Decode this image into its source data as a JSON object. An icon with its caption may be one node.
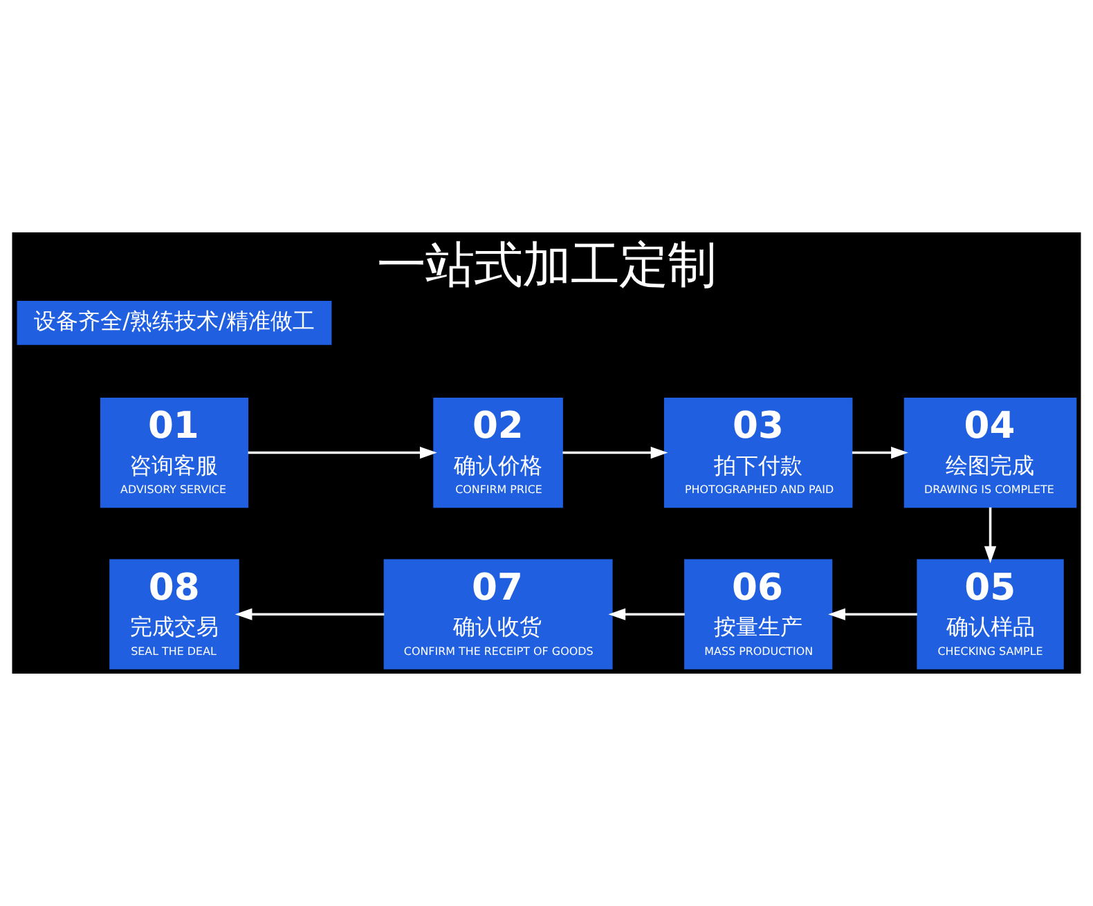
{
  "diagram": {
    "title": "一站式加工定制",
    "nodes": [
      {
        "text": [
          "01",
          "咨询客服",
          "ADVISORY SERVICE"
        ]
      },
      {
        "text": [
          "02",
          "确认价格",
          "CONFIRM PRICE"
        ]
      },
      {
        "text": [
          "03",
          "拍下付款",
          "PHOTOGRAPHED AND PAID"
        ]
      },
      {
        "text": [
          "04",
          "绘图完成",
          "DRAWING IS COMPLETE"
        ]
      },
      {
        "text": [
          "05",
          "确认样品",
          "CHECKING SAMPLE"
        ]
      },
      {
        "text": [
          "06",
          "按量生产",
          "MASS PRODUCTION"
        ]
      },
      {
        "text": [
          "07",
          "确认收货",
          "CONFIRM THE RECEIPT OF GOODS"
        ]
      },
      {
        "text": [
          "08",
          "完成交易",
          "SEAL THE DEAL"
        ]
      }
    ],
    "edges": [
      {
        "from": 0,
        "to": 1,
        "arrow": "to"
      },
      {
        "from": 1,
        "to": 2,
        "arrow": "to"
      },
      {
        "from": 2,
        "to": 3,
        "arrow": "to"
      },
      {
        "from": 3,
        "to": 4,
        "arrow": "to"
      },
      {
        "from": 4,
        "to": 5,
        "arrow": "to"
      },
      {
        "from": 5,
        "to": 6,
        "arrow": "to"
      },
      {
        "from": 6,
        "to": 7,
        "arrow": "to"
      }
    ],
    "labels": [
      "设备齐全/熟练技术/精准做工"
    ]
  }
}
